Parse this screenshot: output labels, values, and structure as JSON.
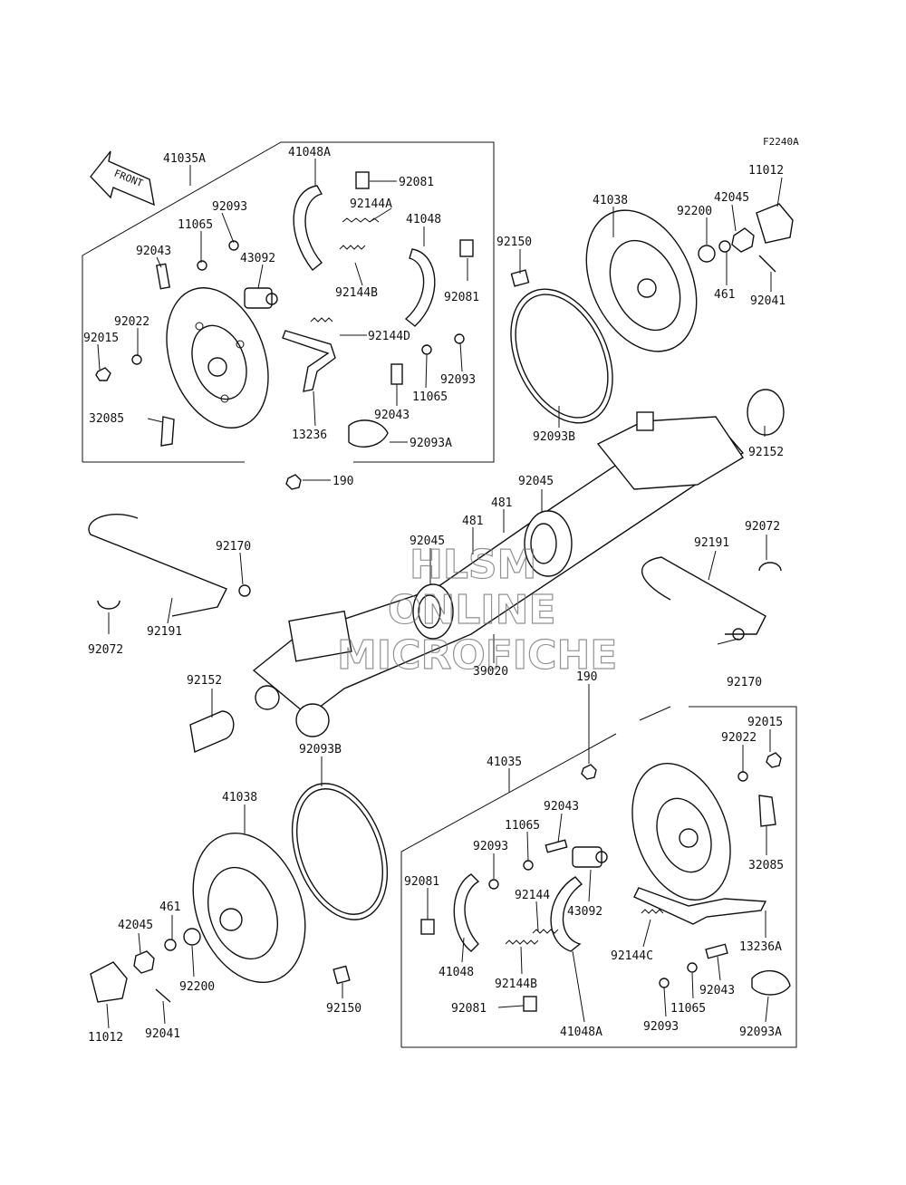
{
  "diagram_code": "F2240A",
  "direction_label": "FRONT",
  "watermark": {
    "line1": "HLSM",
    "line2": "ONLINE",
    "line3": "MICROFICHE"
  },
  "parts": {
    "p41035A": "41035A",
    "p41048A_top": "41048A",
    "p92081_top": "92081",
    "p92093_top_a": "92093",
    "p92144A": "92144A",
    "p11065_top_a": "11065",
    "p41048_top": "41048",
    "p92043_top_a": "92043",
    "p43092_top": "43092",
    "p92144B_top": "92144B",
    "p92081_top_b": "92081",
    "p92022_top": "92022",
    "p92015_top": "92015",
    "p92144D": "92144D",
    "p92093_top_b": "92093",
    "p11065_top_b": "11065",
    "p92043_top_b": "92043",
    "p32085_top": "32085",
    "p13236": "13236",
    "p92093A_top": "92093A",
    "p190_top": "190",
    "p92150_top": "92150",
    "p41038_top": "41038",
    "p92200_top": "92200",
    "p42045_top": "42045",
    "p11012_top": "11012",
    "p461_top": "461",
    "p92041_top": "92041",
    "p92093B_top": "92093B",
    "p92152_right": "92152",
    "p92045_a": "92045",
    "p481_a": "481",
    "p481_b": "481",
    "p92045_b": "92045",
    "p92072_right": "92072",
    "p92191_right": "92191",
    "p92170_left": "92170",
    "p92072_left": "92072",
    "p92191_left": "92191",
    "p92152_left": "92152",
    "p39020": "39020",
    "p190_bottom": "190",
    "p92170_right": "92170",
    "p92015_bottom": "92015",
    "p92022_bottom": "92022",
    "p92093B_bottom": "92093B",
    "p41035": "41035",
    "p41038_bottom": "41038",
    "p92043_bottom_a": "92043",
    "p11065_bottom_a": "11065",
    "p92093_bottom_a": "92093",
    "p32085_bottom": "32085",
    "p92081_bottom_a": "92081",
    "p92144": "92144",
    "p43092_bottom": "43092",
    "p461_bottom": "461",
    "p42045_bottom": "42045",
    "p92200_bottom": "92200",
    "p41048_bottom": "41048",
    "p92144B_bottom": "92144B",
    "p92144C": "92144C",
    "p13236A": "13236A",
    "p92043_bottom_b": "92043",
    "p92081_bottom_b": "92081",
    "p11065_bottom_b": "11065",
    "p92150_bottom": "92150",
    "p92093_bottom_b": "92093",
    "p41048A_bottom": "41048A",
    "p92093A_bottom": "92093A",
    "p11012_bottom": "11012",
    "p92041_bottom": "92041"
  }
}
